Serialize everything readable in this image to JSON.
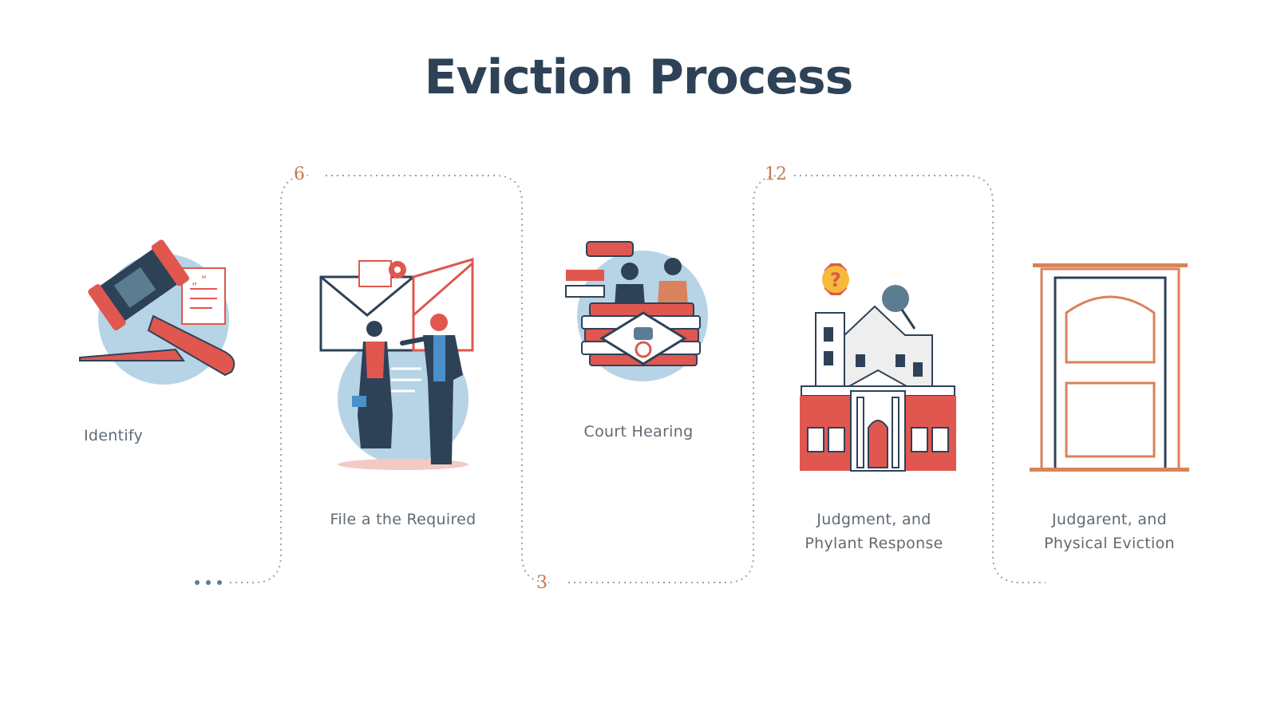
{
  "title": "Eviction Process",
  "steps": [
    {
      "label": "Identify",
      "icon": "gavel-icon"
    },
    {
      "label": "File a the Required",
      "icon": "serve-notice-icon",
      "number": "6"
    },
    {
      "label": "Court Hearing",
      "icon": "court-hearing-icon",
      "number": "3"
    },
    {
      "label_line1": "Judgment, and",
      "label_line2": "Phylant Response",
      "icon": "courthouse-icon",
      "number": "12"
    },
    {
      "label_line1": "Judgarent, and",
      "label_line2": "Physical Eviction",
      "icon": "door-icon"
    }
  ],
  "colors": {
    "title": "#2e4257",
    "accent_red": "#e0574f",
    "navy": "#2e4257",
    "light_blue": "#b7d3e6",
    "orange": "#d9825b",
    "dotted_line": "#8fa6b3"
  }
}
